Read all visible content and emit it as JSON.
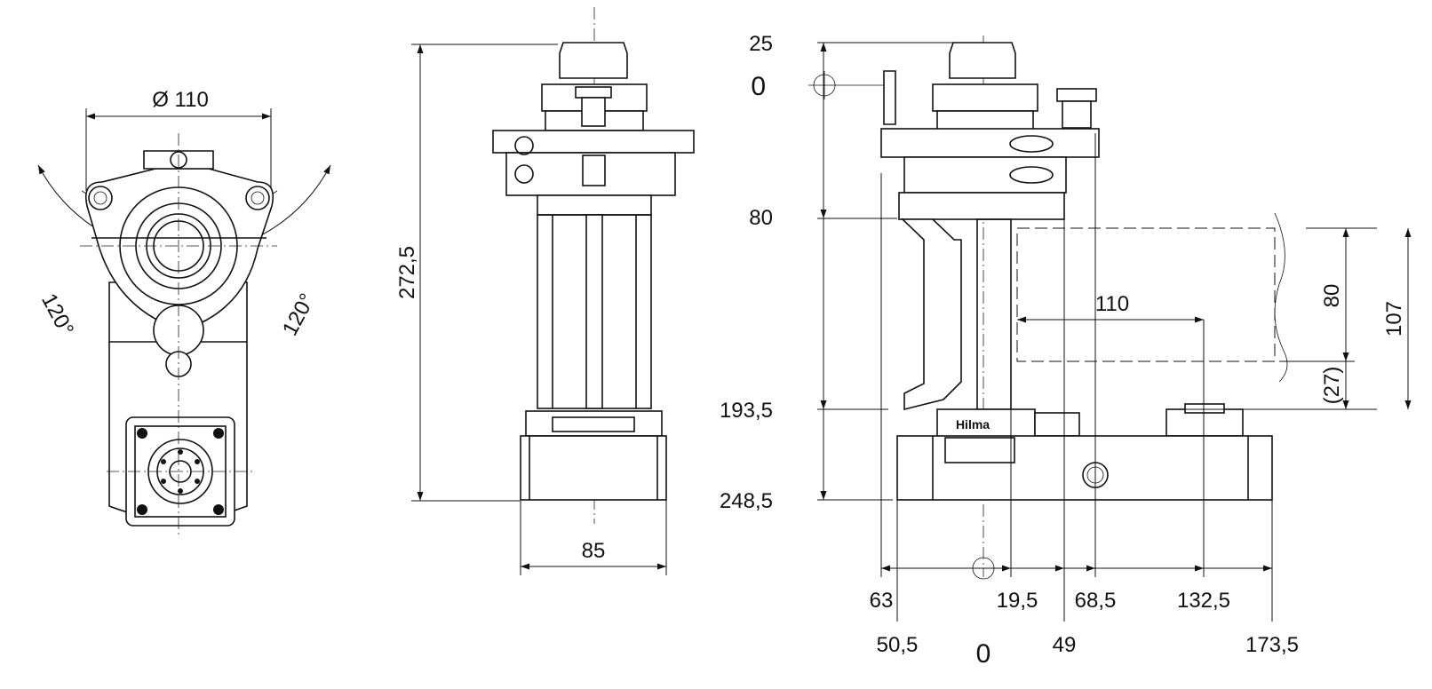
{
  "top_view": {
    "diameter_label": "Ø 110",
    "angle_left": "120°",
    "angle_right": "120°"
  },
  "front_view": {
    "height_label": "272,5",
    "width_label": "85"
  },
  "side_view": {
    "y_labels": {
      "y25": "25",
      "y0": "0",
      "y80": "80",
      "y193": "193,5",
      "y248": "248,5"
    },
    "x_labels_upper": {
      "x63": "63",
      "x19": "19,5",
      "x68": "68,5",
      "x132": "132,5"
    },
    "x_labels_lower": {
      "x50": "50,5",
      "x0": "0",
      "x49": "49",
      "x173": "173,5"
    },
    "inner_labels": {
      "d110": "110",
      "d80": "80",
      "d107": "107",
      "d27": "(27)"
    },
    "brand": "Hilma"
  }
}
